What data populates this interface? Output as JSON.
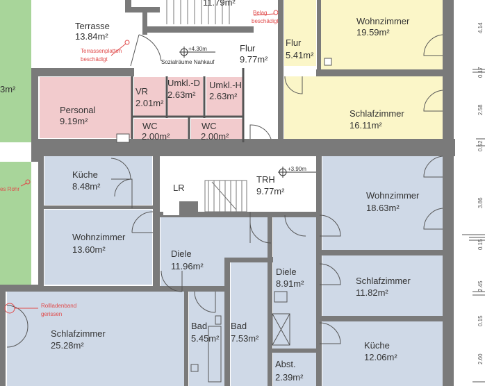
{
  "colors": {
    "wall": "#7a7a7a",
    "office": "#f2cbcd",
    "apartment_top": "#fbf6c8",
    "apartment": "#cfd9e7",
    "green": "#a8d59a",
    "annotation": "#e04a4a"
  },
  "rooms": {
    "stair_top": {
      "area": "11.79m²"
    },
    "terrasse": {
      "name": "Terrasse",
      "area": "13.84m²"
    },
    "flur_office": {
      "name": "Flur",
      "area": "9.77m²"
    },
    "personal": {
      "name": "Personal",
      "area": "9.19m²"
    },
    "vr": {
      "name": "VR",
      "area": "2.01m²"
    },
    "umkl_d": {
      "name": "Umkl.-D",
      "area": "2.63m²"
    },
    "umkl_h": {
      "name": "Umkl.-H",
      "area": "2.63m²"
    },
    "wc1": {
      "name": "WC",
      "area": "2.00m²"
    },
    "wc2": {
      "name": "WC",
      "area": "2.00m²"
    },
    "flur_top": {
      "name": "Flur",
      "area": "5.41m²"
    },
    "wohnzimmer_top": {
      "name": "Wohnzimmer",
      "area": "19.59m²"
    },
    "schlafzimmer_top": {
      "name": "Schlafzimmer",
      "area": "16.11m²"
    },
    "green_left": {
      "area": "3m²"
    },
    "kueche_left": {
      "name": "Küche",
      "area": "8.48m²"
    },
    "wohnzimmer_left": {
      "name": "Wohnzimmer",
      "area": "13.60m²"
    },
    "lr": {
      "name": "LR"
    },
    "trh": {
      "name": "TRH",
      "area": "9.77m²"
    },
    "diele_left": {
      "name": "Diele",
      "area": "11.96m²"
    },
    "schlafzimmer_left": {
      "name": "Schlafzimmer",
      "area": "25.28m²"
    },
    "bad1": {
      "name": "Bad",
      "area": "5.45m²"
    },
    "bad2": {
      "name": "Bad",
      "area": "7.53m²"
    },
    "diele_right": {
      "name": "Diele",
      "area": "8.91m²"
    },
    "abst": {
      "name": "Abst.",
      "area": "2.39m²"
    },
    "wohnzimmer_right": {
      "name": "Wohnzimmer",
      "area": "18.63m²"
    },
    "schlafzimmer_right": {
      "name": "Schlafzimmer",
      "area": "11.82m²"
    },
    "kueche_right": {
      "name": "Küche",
      "area": "12.06m²"
    }
  },
  "labels": {
    "sozialraeume": "Sozialräume Nahkauf",
    "level_office": "+4.30m",
    "level_trh": "+3.90m"
  },
  "annotations": {
    "belag_1": "Belag",
    "belag_2": "beschädigt",
    "terrassen_1": "Terrassenplatten",
    "terrassen_2": "beschädigt",
    "rohr": "es Rohr",
    "rollladen_1": "Rollladenband",
    "rollladen_2": "gerissen"
  },
  "dimensions": [
    "4.14",
    "0.17",
    "2.58",
    "0.52",
    "3.86",
    "0.15",
    "2.45",
    "0.15",
    "2.60"
  ]
}
